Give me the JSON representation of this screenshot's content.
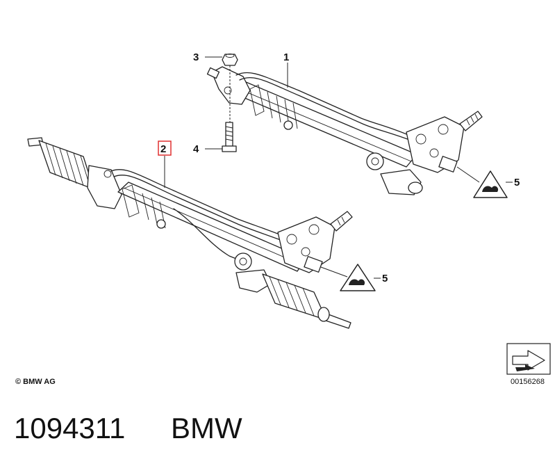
{
  "callouts": {
    "part_1": "1",
    "part_2": "2",
    "part_3": "3",
    "part_4": "4",
    "part_5_upper": "5",
    "part_5_lower": "5"
  },
  "footer": {
    "copyright": "© BMW AG",
    "diagram_ref": "00156268",
    "part_number": "1094311",
    "brand": "BMW"
  },
  "colors": {
    "highlight": "#e03030",
    "line": "#222222",
    "background": "#ffffff"
  },
  "icons": {
    "warning": "warning-triangle-icon",
    "arrow": "nav-arrow-icon"
  }
}
